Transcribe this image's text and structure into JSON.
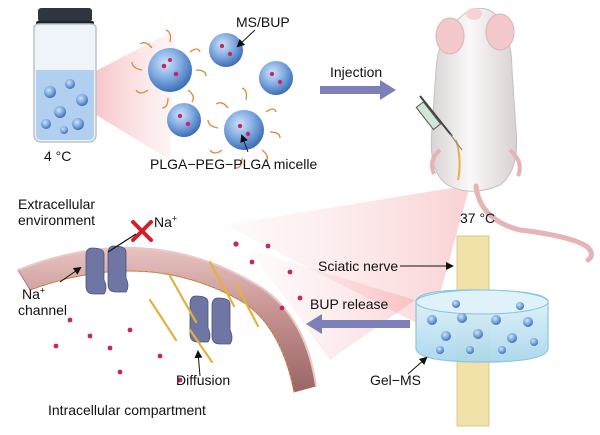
{
  "labels": {
    "ms_bup": "MS/BUP",
    "injection": "Injection",
    "vial_temp": "4 °C",
    "micelle": "PLGA−PEG−PLGA micelle",
    "body_temp": "37 °C",
    "extracellular": "Extracellular",
    "environment": "environment",
    "na_ion": "Na",
    "na_ion_charge": "+",
    "na_channel_na": "Na",
    "na_channel_charge": "+",
    "channel": "channel",
    "sciatic_nerve": "Sciatic nerve",
    "bup_release": "BUP release",
    "diffusion": "Diffusion",
    "gel_ms": "Gel−MS",
    "intracellular": "Intracellular compartment"
  },
  "colors": {
    "arrow": "#7d7fb8",
    "micelle_blue": "#6f9ad6",
    "drug_dot": "#c4266b",
    "membrane": "#c98f92",
    "channel": "#6f76a3",
    "gel": "#bfe3f2",
    "nerve": "#efe0a8",
    "mouse": "#f2eeee",
    "block_x": "#d1202c",
    "beam": "#f4a3a7"
  },
  "icons": [
    "vial-icon",
    "micelle-icon",
    "mouse-icon",
    "syringe-icon",
    "gel-disk-icon",
    "na-channel-icon",
    "blocked-x-icon"
  ]
}
